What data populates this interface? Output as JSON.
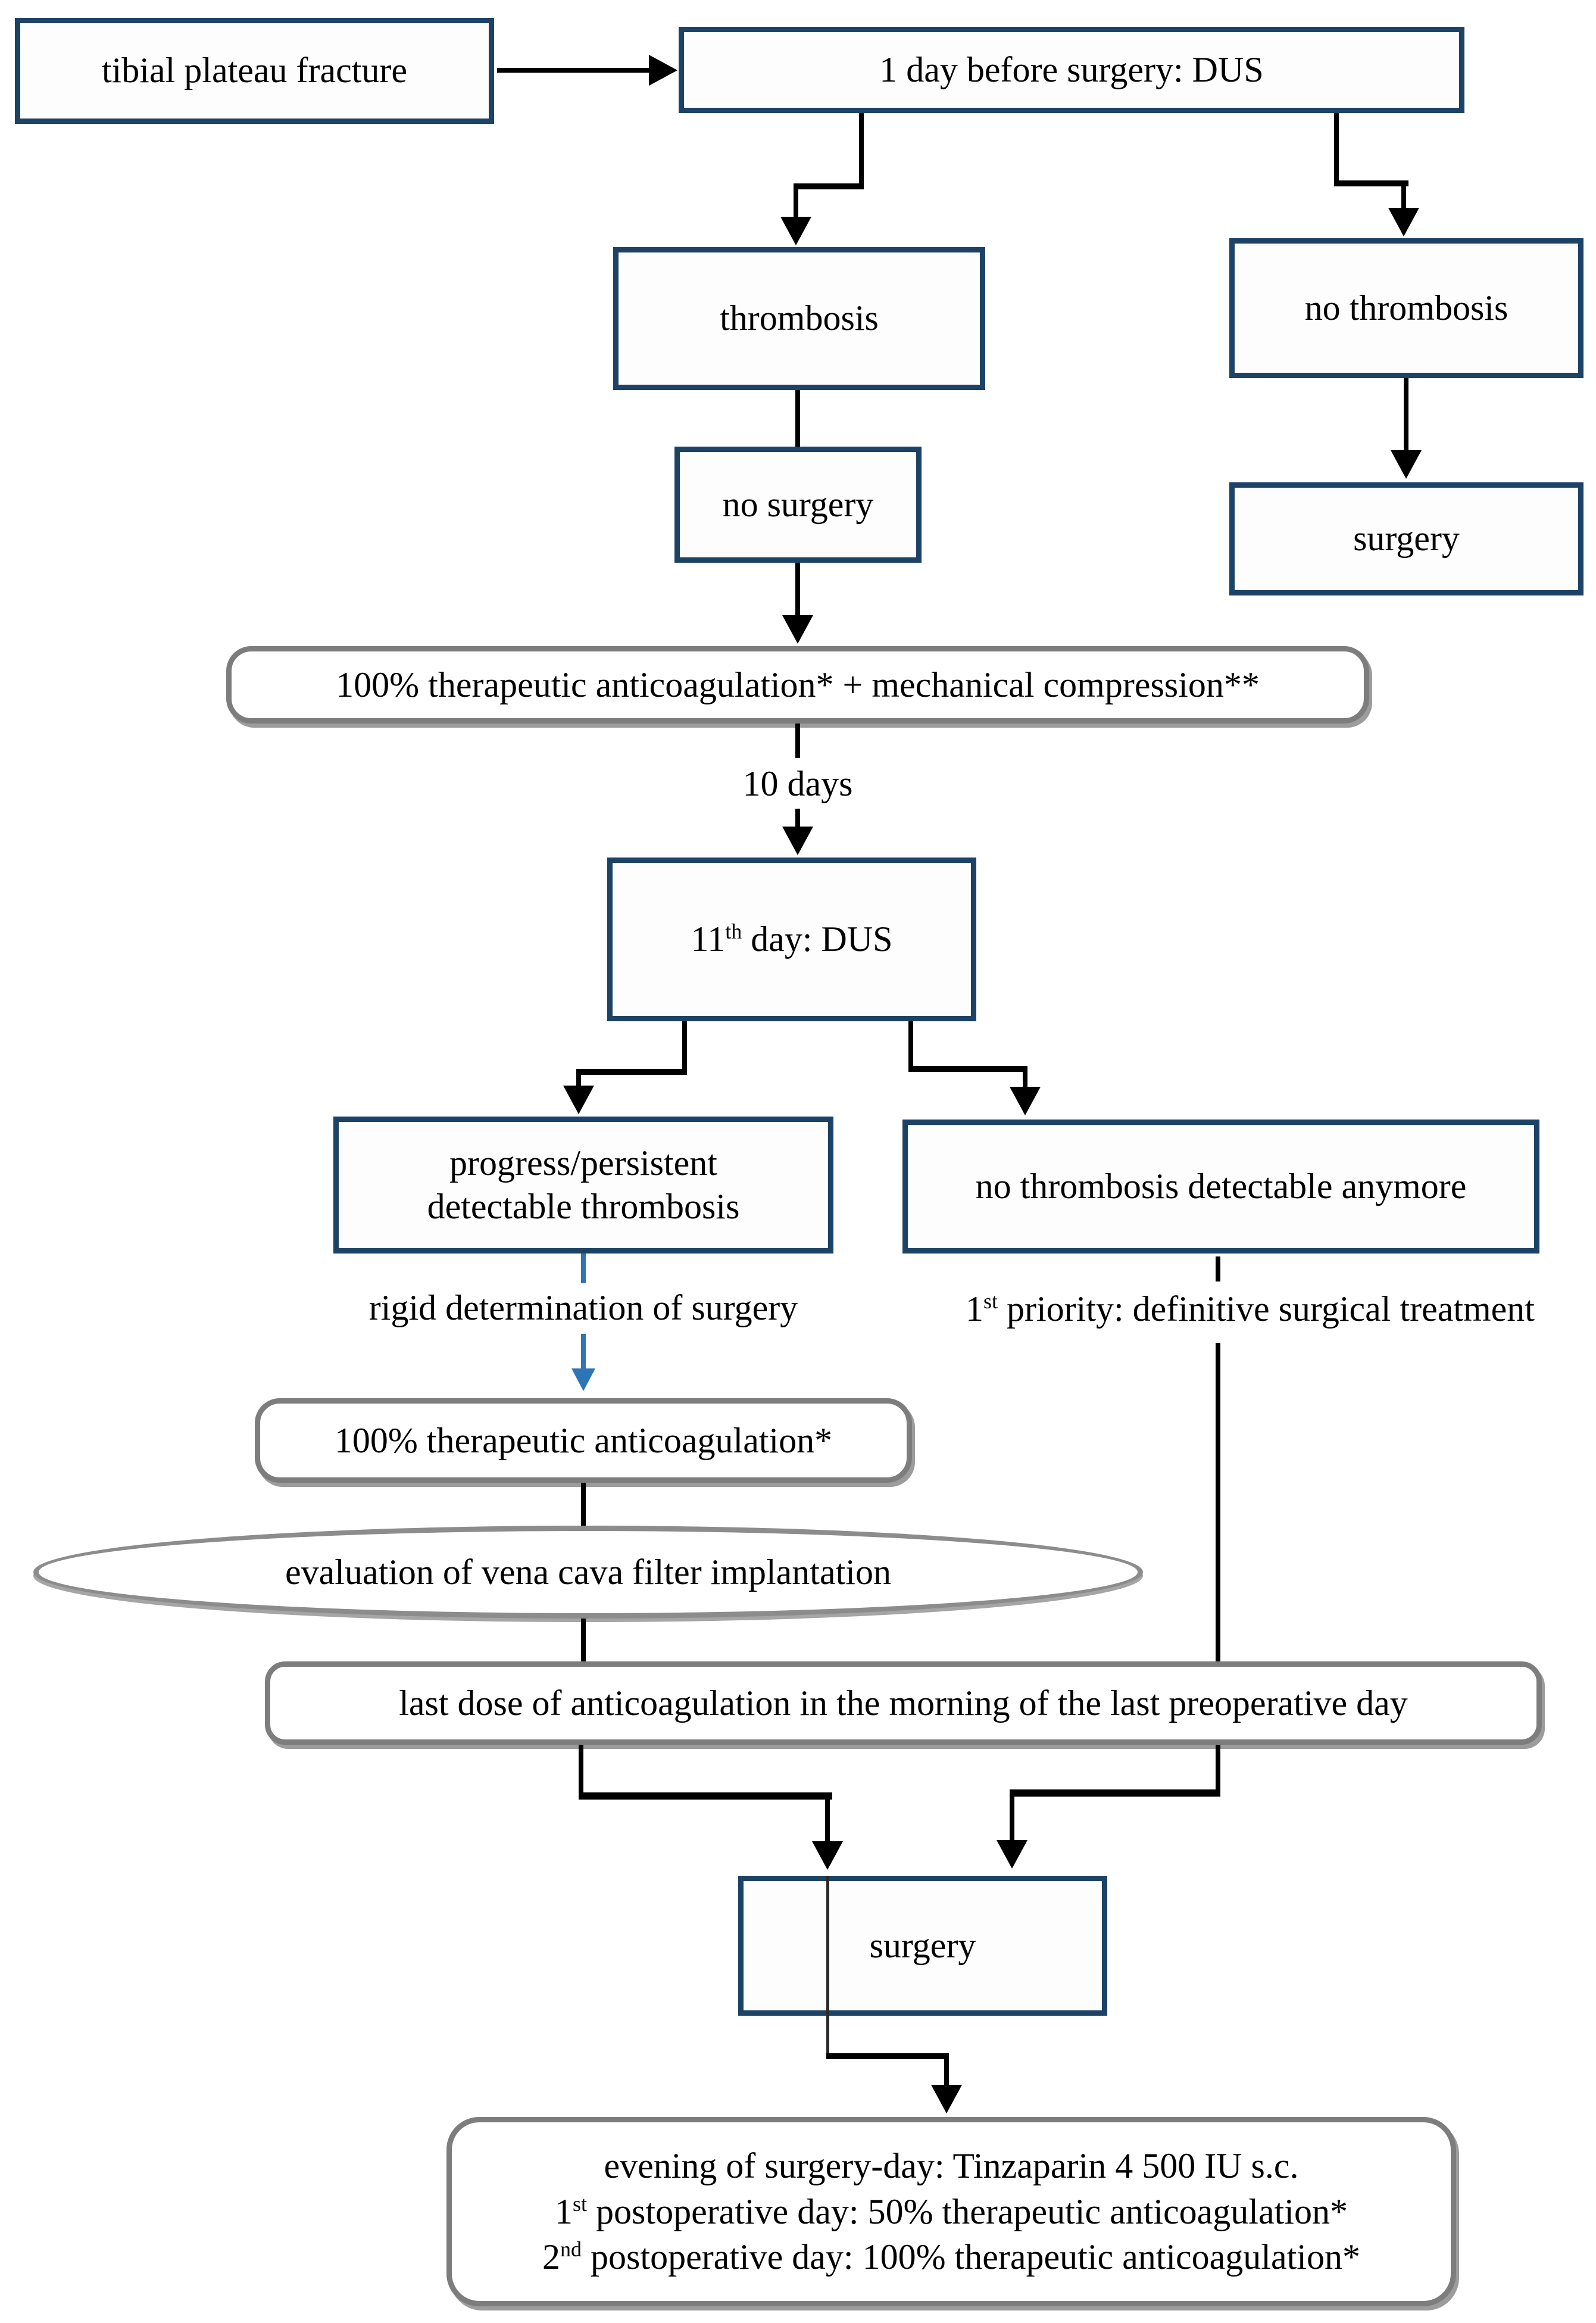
{
  "diagram": {
    "type": "flowchart",
    "colors": {
      "box_border_navy": "#1c4266",
      "rounded_border_gray": "#7d7d7d",
      "connector_black": "#000000",
      "connector_blue": "#2e75b6",
      "background": "#ffffff",
      "text": "#000000"
    },
    "nodes": {
      "tibial": {
        "label": "tibial plateau fracture"
      },
      "dus1": {
        "label": "1 day before surgery: DUS"
      },
      "thrombosis": {
        "label": "thrombosis"
      },
      "no_thrombosis": {
        "label": "no thrombosis"
      },
      "no_surgery": {
        "label": "no surgery"
      },
      "surgery_right": {
        "label": "surgery"
      },
      "anticoag_compression": {
        "label": "100% therapeutic anticoagulation* + mechanical compression**"
      },
      "ten_days": {
        "label": "10 days"
      },
      "dus2": {
        "pre": "11",
        "sup": "th",
        "post": " day: DUS"
      },
      "progress": {
        "line1": "progress/persistent",
        "line2": "detectable thrombosis"
      },
      "no_thrombosis_anymore": {
        "label": "no thrombosis detectable anymore"
      },
      "rigid": {
        "label": "rigid determination of surgery"
      },
      "priority": {
        "pre": "1",
        "sup": "st",
        "post": " priority: definitive surgical treatment"
      },
      "anticoag_100": {
        "label": "100% therapeutic anticoagulation*"
      },
      "vena_cava": {
        "label": "evaluation of vena cava filter implantation"
      },
      "last_dose": {
        "label": "last dose of anticoagulation in the morning of the last preoperative day"
      },
      "surgery_final": {
        "label": "surgery"
      },
      "postop": {
        "line1": "evening of surgery-day: Tinzaparin 4 500 IU s.c.",
        "line2": {
          "pre": "1",
          "sup": "st",
          "post": " postoperative day: 50% therapeutic anticoagulation*"
        },
        "line3": {
          "pre": "2",
          "sup": "nd",
          "post": " postoperative day: 100% therapeutic anticoagulation*"
        }
      }
    }
  }
}
